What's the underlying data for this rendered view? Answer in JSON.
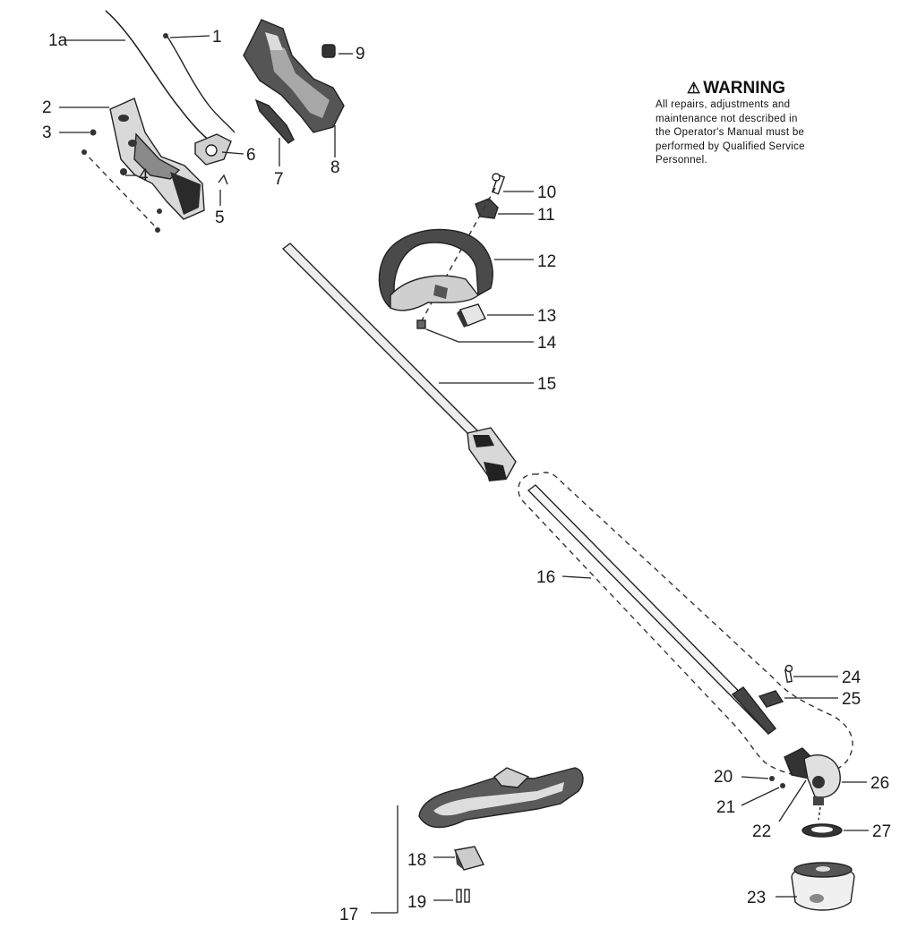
{
  "warning": {
    "icon": "warning-triangle-icon",
    "title": "WARNING",
    "lines": [
      "All repairs, adjustments and",
      "maintenance not described in",
      "the Operator's Manual must be",
      "performed by Qualified Service",
      "Personnel."
    ]
  },
  "callouts": {
    "c1": "1",
    "c1a": "1a",
    "c2": "2",
    "c3": "3",
    "c4": "4",
    "c5": "5",
    "c6": "6",
    "c7": "7",
    "c8": "8",
    "c9": "9",
    "c10": "10",
    "c11": "11",
    "c12": "12",
    "c13": "13",
    "c14": "14",
    "c15": "15",
    "c16": "16",
    "c17": "17",
    "c18": "18",
    "c19": "19",
    "c20": "20",
    "c21": "21",
    "c22": "22",
    "c23": "23",
    "c24": "24",
    "c25": "25",
    "c26": "26",
    "c27": "27"
  }
}
